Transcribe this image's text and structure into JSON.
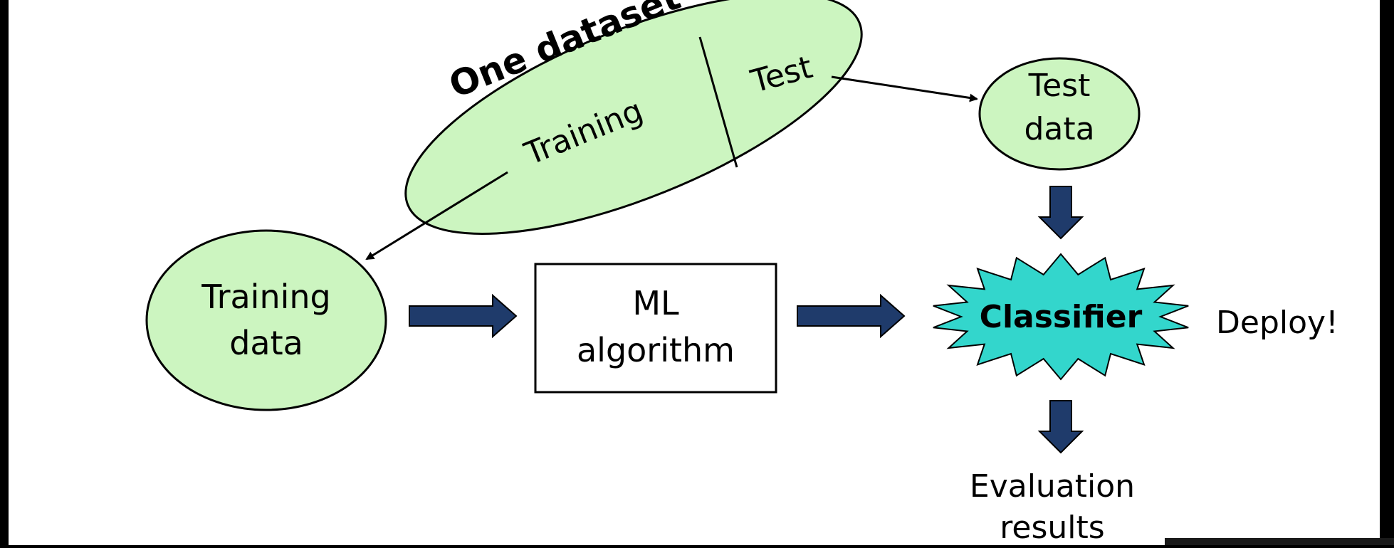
{
  "diagram": {
    "dataset_label": "One dataset",
    "dataset_training_label": "Training",
    "dataset_test_label": "Test",
    "test_data_line1": "Test",
    "test_data_line2": "data",
    "training_data_line1": "Training",
    "training_data_line2": "data",
    "ml_line1": "ML",
    "ml_line2": "algorithm",
    "classifier_label": "Classifier",
    "deploy_label": "Deploy!",
    "evaluation_line1": "Evaluation",
    "evaluation_line2": "results"
  },
  "colors": {
    "node_fill": "#ccf5c0",
    "classifier_fill": "#33d6cc",
    "arrow_fill": "#1f3b6b",
    "background": "#ffffff",
    "frame": "#000000"
  }
}
